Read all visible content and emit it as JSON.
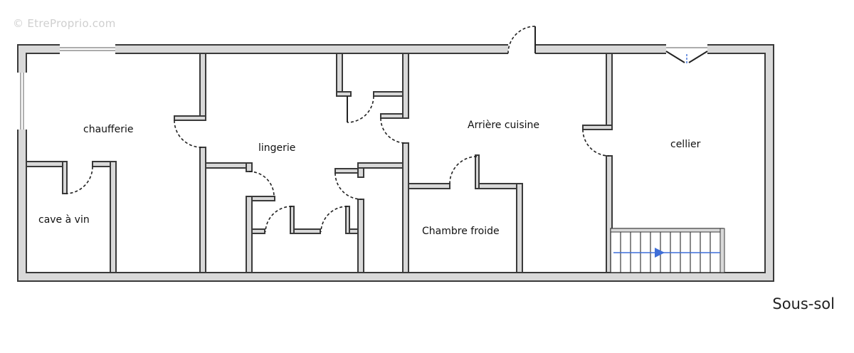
{
  "watermark": "© EtreProprio.com",
  "level_label": "Sous-sol",
  "rooms": {
    "chaufferie": "chaufferie",
    "cave_a_vin": "cave à vin",
    "lingerie": "lingerie",
    "arriere_cuisine": "Arrière cuisine",
    "chambre_froide": "Chambre froide",
    "cellier": "cellier"
  },
  "colors": {
    "wall_fill": "#d9d9d9",
    "wall_stroke": "#3a3a3a",
    "stair_arrow": "#3f6fd8",
    "watermark": "#cfcfcf"
  }
}
